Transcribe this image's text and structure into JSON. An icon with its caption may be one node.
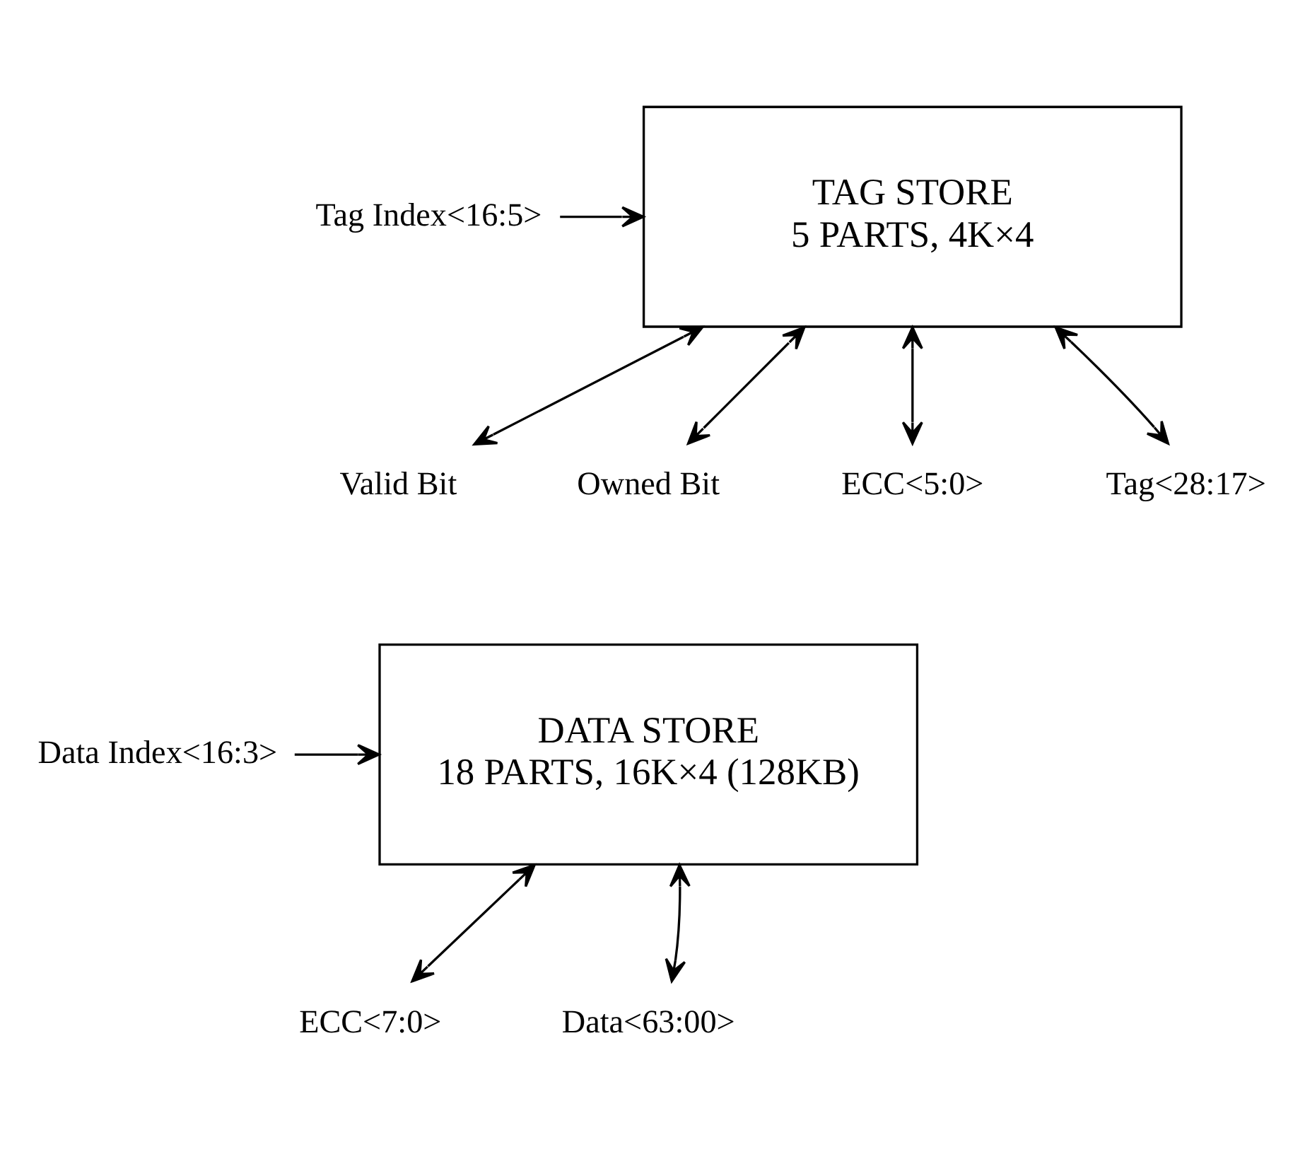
{
  "diagram": {
    "nodes": [
      {
        "text": [
          "Tag Index<16:5>"
        ]
      },
      {
        "text": [
          "TAG STORE",
          "5 PARTS, 4K×4"
        ]
      },
      {
        "text": [
          "Valid Bit"
        ]
      },
      {
        "text": [
          "Owned Bit"
        ]
      },
      {
        "text": [
          "ECC<5:0>"
        ]
      },
      {
        "text": [
          "Tag<28:17>"
        ]
      },
      {
        "text": [
          "Data Index<16:3>"
        ]
      },
      {
        "text": [
          "DATA STORE",
          "18 PARTS, 16K×4 (128KB)"
        ]
      },
      {
        "text": [
          "ECC<7:0>"
        ]
      },
      {
        "text": [
          "Data<63:00>"
        ]
      }
    ],
    "edges": [
      {
        "from": 0,
        "to": 1,
        "arrow": "to"
      },
      {
        "from": 1,
        "to": 2,
        "arrow": "both"
      },
      {
        "from": 1,
        "to": 3,
        "arrow": "both"
      },
      {
        "from": 1,
        "to": 4,
        "arrow": "both"
      },
      {
        "from": 1,
        "to": 5,
        "arrow": "both"
      },
      {
        "from": 6,
        "to": 7,
        "arrow": "to"
      },
      {
        "from": 7,
        "to": 8,
        "arrow": "both"
      },
      {
        "from": 7,
        "to": 9,
        "arrow": "both"
      }
    ]
  }
}
